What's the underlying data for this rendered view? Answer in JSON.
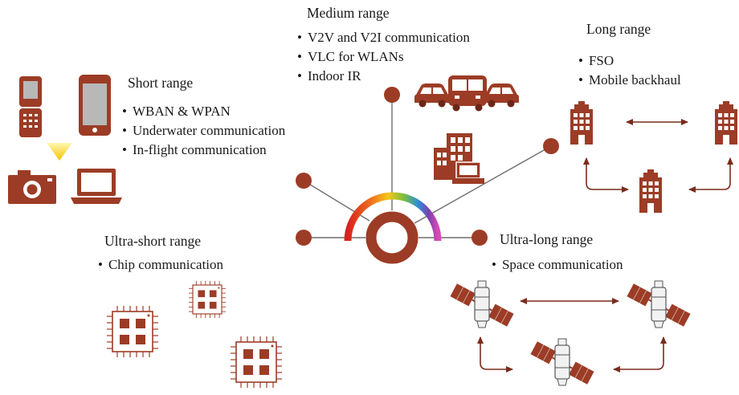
{
  "colors": {
    "brown": "#9c3c26",
    "line_gray": "#6e6e6e",
    "arrow": "#7a2c1c",
    "spectrum": [
      "#d7221f",
      "#ef6d1e",
      "#f6c51e",
      "#7cbf3b",
      "#2d8fd6",
      "#7b3fb0",
      "#d94bb5"
    ]
  },
  "ranges": {
    "medium": {
      "title": "Medium range",
      "items": [
        "V2V and V2I communication",
        "VLC for WLANs",
        "Indoor IR"
      ]
    },
    "long": {
      "title": "Long range",
      "items": [
        "FSO",
        "Mobile backhaul"
      ]
    },
    "short": {
      "title": "Short range",
      "items": [
        "WBAN & WPAN",
        "Underwater communication",
        "In-flight communication"
      ]
    },
    "ultra_short": {
      "title": "Ultra-short range",
      "items": [
        "Chip communication"
      ]
    },
    "ultra_long": {
      "title": "Ultra-long range",
      "items": [
        "Space communication"
      ]
    }
  },
  "icons": {
    "short": [
      "flip-phone-icon",
      "smartphone-icon",
      "light-source-icon",
      "camera-icon",
      "laptop-icon"
    ],
    "medium": [
      "car-icon",
      "bus-icon",
      "car-icon",
      "office-building-icon",
      "desktop-computer-icon"
    ],
    "long": [
      "tower-building-icon",
      "tower-building-icon",
      "tower-building-icon"
    ],
    "ultra_short": [
      "chip-icon",
      "chip-icon",
      "chip-icon"
    ],
    "ultra_long": [
      "satellite-icon",
      "satellite-icon",
      "satellite-icon"
    ]
  }
}
